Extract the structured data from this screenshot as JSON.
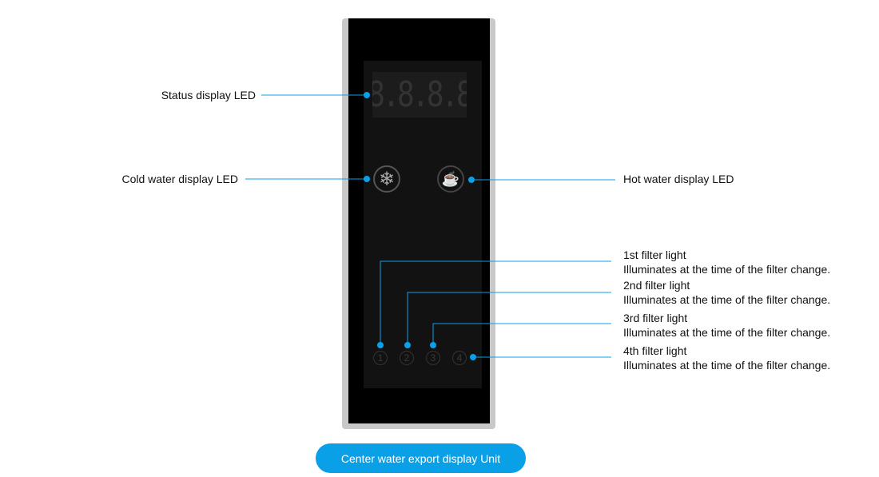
{
  "labels": {
    "status": "Status display LED",
    "cold": "Cold water display LED",
    "hot": "Hot water display LED",
    "filters": [
      {
        "title": "1st filter light",
        "desc": "Illuminates at the time of the filter change."
      },
      {
        "title": "2nd filter light",
        "desc": "Illuminates at the time of the filter change."
      },
      {
        "title": "3rd filter light",
        "desc": "Illuminates at the time of the filter change."
      },
      {
        "title": "4th filter light",
        "desc": "Illuminates at the time of the filter change."
      }
    ]
  },
  "display_digits": "8.8.8.8",
  "filter_numbers": [
    "1",
    "2",
    "3",
    "4"
  ],
  "unit_button": "Center water export display Unit",
  "colors": {
    "accent": "#0aa0e8",
    "frame": "#c8c8c8",
    "panel": "#121212"
  }
}
